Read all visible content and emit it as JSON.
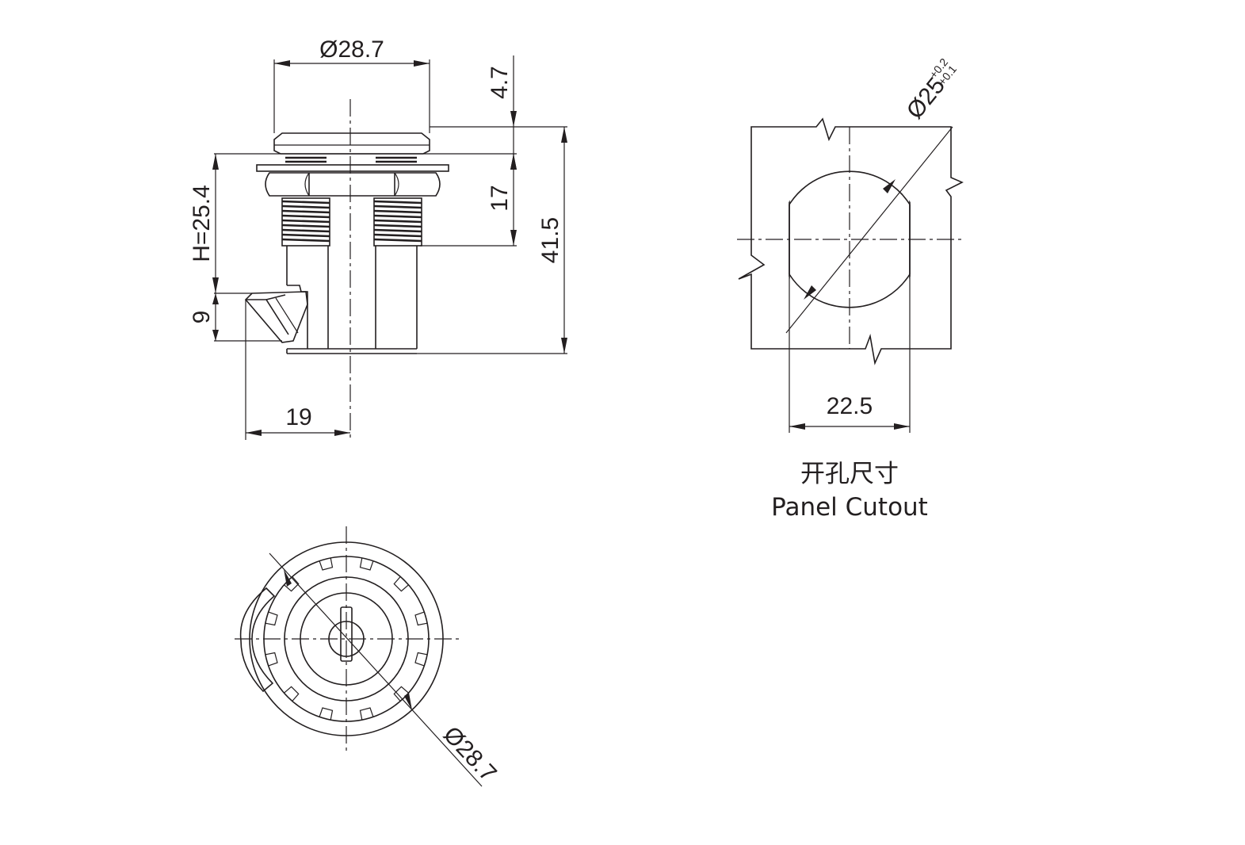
{
  "side_view": {
    "dim_head_diameter": "Ø28.7",
    "dim_head_height": "4.7",
    "dim_thread_length": "17",
    "dim_total_length": "41.5",
    "dim_h": "H=25.4",
    "dim_cam_thickness": "9",
    "dim_cam_offset": "19"
  },
  "cutout_view": {
    "dim_diameter": "Ø25",
    "tol_upper": "+0.2",
    "tol_lower": "+0.1",
    "dim_flat_width": "22.5",
    "caption_cn": "开孔尺寸",
    "caption_en": "Panel Cutout"
  },
  "front_view": {
    "dim_diameter": "Ø28.7"
  }
}
